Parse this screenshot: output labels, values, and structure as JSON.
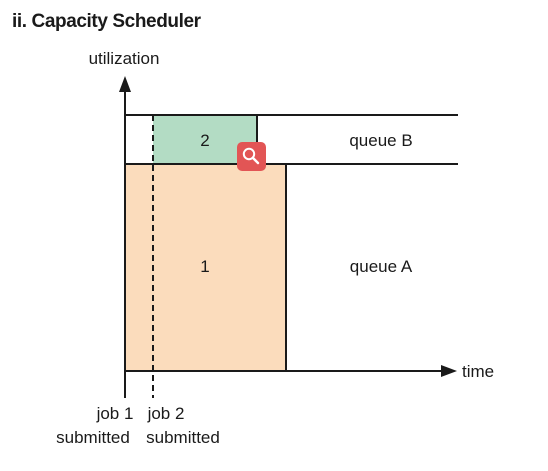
{
  "title": "ii. Capacity Scheduler",
  "axes": {
    "y_label": "utilization",
    "x_label": "time"
  },
  "blocks": {
    "job1": "1",
    "job2": "2"
  },
  "queues": {
    "b": "queue B",
    "a": "queue A"
  },
  "events": {
    "job1_line1": "job 1",
    "job1_line2": "submitted",
    "job2_line1": "job 2",
    "job2_line2": "submitted"
  },
  "colors": {
    "job1_fill": "#fbdcbc",
    "job2_fill": "#b3dcc4",
    "zoom_button": "#e25555"
  },
  "icons": {
    "zoom": "magnifier-icon"
  }
}
